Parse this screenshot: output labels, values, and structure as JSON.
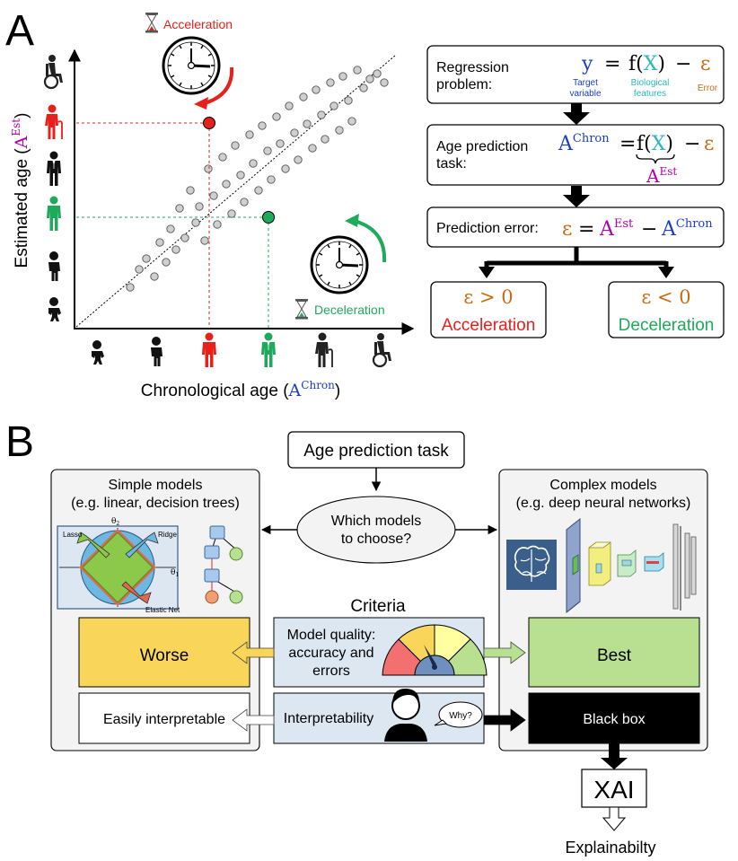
{
  "colors": {
    "accel": "#e8201c",
    "decel": "#1faa5b",
    "target": "#1a3ec9",
    "features": "#2ab8b8",
    "error": "#cc6a10",
    "est": "#b000b0",
    "worse": "#f9d55a",
    "best": "#b8e090",
    "interp": "#dde7f2",
    "black": "#000000"
  },
  "panelA": {
    "label": "A",
    "acceleration": "Acceleration",
    "deceleration": "Deceleration",
    "y_axis": {
      "text": "Estimated age (",
      "sym": "A",
      "sup": "Est",
      "close": ")"
    },
    "x_axis": {
      "text": "Chronological age (",
      "sym": "A",
      "sup": "Chron",
      "close": ")"
    },
    "y_icons": [
      "wheelchair-person-icon",
      "elderly-cane-person-icon",
      "man-suit-icon",
      "adult-person-icon",
      "child-icon",
      "baby-icon"
    ],
    "x_icons": [
      "baby-icon",
      "child-icon",
      "adult-person-icon",
      "man-suit-icon",
      "elderly-cane-person-icon",
      "wheelchair-person-icon"
    ],
    "scatter_x": [
      145,
      155,
      163,
      172,
      178,
      185,
      190,
      196,
      200,
      206,
      212,
      218,
      222,
      228,
      232,
      238,
      242,
      248,
      252,
      258,
      262,
      268,
      272,
      278,
      282,
      288,
      292,
      298,
      302,
      308,
      312,
      318,
      322,
      328,
      332,
      338,
      342,
      348,
      352,
      358,
      362,
      368,
      372,
      378,
      382,
      388,
      392,
      398,
      405,
      412,
      420,
      428
    ],
    "scatter_y": [
      320,
      300,
      288,
      308,
      270,
      292,
      255,
      278,
      232,
      265,
      212,
      248,
      230,
      268,
      188,
      218,
      250,
      175,
      205,
      238,
      162,
      195,
      225,
      150,
      182,
      212,
      140,
      168,
      200,
      130,
      160,
      188,
      118,
      148,
      178,
      108,
      138,
      165,
      100,
      128,
      155,
      92,
      118,
      145,
      85,
      112,
      135,
      78,
      98,
      88,
      82,
      92
    ]
  },
  "flow": {
    "box1": {
      "label_line1": "Regression",
      "label_line2": "problem:",
      "y": "y",
      "eq": "=",
      "f": "f(",
      "x": "X",
      "close": ")",
      "minus": "−",
      "eps": "ε",
      "target_line1": "Target",
      "target_line2": "variable",
      "bio_line1": "Biological",
      "bio_line2": "features",
      "error": "Error"
    },
    "box2": {
      "label_line1": "Age prediction",
      "label_line2": "task:",
      "sym": "A",
      "sup_chron": "Chron",
      "eq": "=",
      "f": "f(",
      "x": "X",
      "close": ")",
      "minus": "−",
      "eps": "ε",
      "sup_est": "Est"
    },
    "box3": {
      "label": "Prediction error:",
      "eps": "ε",
      "eq": "=",
      "sym": "A",
      "sup_est": "Est",
      "minus": "−",
      "sup_chron": "Chron"
    },
    "left": {
      "cond": "ε > 0",
      "name": "Acceleration"
    },
    "right": {
      "cond": "ε < 0",
      "name": "Deceleration"
    }
  },
  "panelB": {
    "label": "B",
    "task": "Age prediction task",
    "question_line1": "Which models",
    "question_line2": "to choose?",
    "simple_line1": "Simple models",
    "simple_line2": "(e.g. linear, decision trees)",
    "complex_line1": "Complex models",
    "complex_line2": "(e.g. deep neural networks)",
    "criteria": "Criteria",
    "lasso": "Lasso",
    "ridge": "Ridge",
    "elastic": "Elastic Net",
    "theta1": "θ",
    "theta1_sub": "1",
    "theta2": "θ",
    "theta2_sub": "2",
    "worse": "Worse",
    "best": "Best",
    "quality_line1": "Model quality:",
    "quality_line2": "accuracy and",
    "quality_line3": "errors",
    "easily": "Easily interpretable",
    "interpretability": "Interpretability",
    "why": "Why?",
    "black_box": "Black box",
    "xai": "XAI",
    "explainability": "Explainabilty"
  }
}
